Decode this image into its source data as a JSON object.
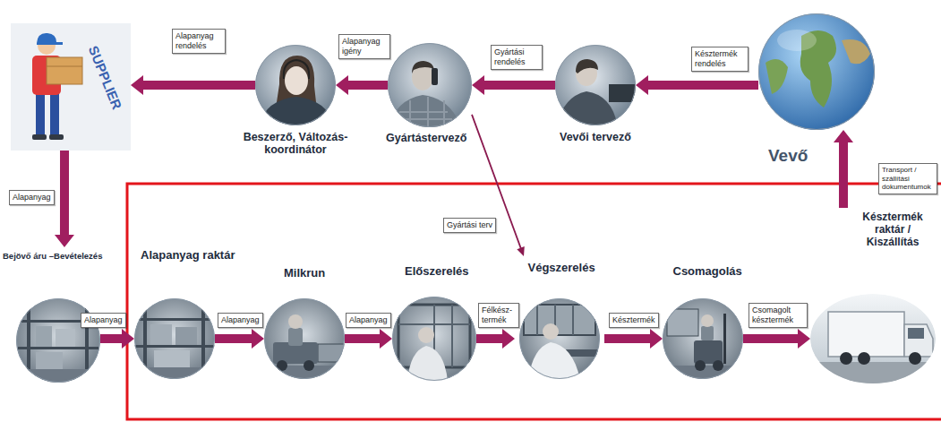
{
  "diagram": {
    "nodes": [
      {
        "text": [
          "SUPPLIER"
        ]
      },
      {
        "text": [
          "Beszerző, Változás- koordinátor"
        ]
      },
      {
        "text": [
          "Gyártástervező"
        ]
      },
      {
        "text": [
          "Vevői tervező"
        ]
      },
      {
        "text": [
          "Vevő"
        ]
      },
      {
        "text": [
          "Bejövő áru –Bevételezés"
        ]
      },
      {
        "text": [
          "Alapanyag raktár"
        ]
      },
      {
        "text": [
          "Milkrun"
        ]
      },
      {
        "text": [
          "Előszerelés"
        ]
      },
      {
        "text": [
          "Végszerelés"
        ]
      },
      {
        "text": [
          "Csomagolás"
        ]
      },
      {
        "text": [
          "Késztermék raktár / Kiszállítás"
        ]
      }
    ],
    "edges": [
      {
        "from": 4,
        "to": 3,
        "label": "Késztermék rendelés",
        "arrow": "to"
      },
      {
        "from": 3,
        "to": 2,
        "label": "Gyártási rendelés",
        "arrow": "to"
      },
      {
        "from": 2,
        "to": 1,
        "label": "Alapanyag igény",
        "arrow": "to"
      },
      {
        "from": 1,
        "to": 0,
        "label": "Alapanyag rendelés",
        "arrow": "to"
      },
      {
        "from": 0,
        "to": 5,
        "label": "Alapanyag",
        "arrow": "to"
      },
      {
        "from": 5,
        "to": 6,
        "label": "Alapanyag",
        "arrow": "to"
      },
      {
        "from": 6,
        "to": 7,
        "label": "Alapanyag",
        "arrow": "to"
      },
      {
        "from": 7,
        "to": 8,
        "label": "Alapanyag",
        "arrow": "to"
      },
      {
        "from": 8,
        "to": 9,
        "label": "Félkész- termék",
        "arrow": "to"
      },
      {
        "from": 9,
        "to": 10,
        "label": "Késztermék",
        "arrow": "to"
      },
      {
        "from": 10,
        "to": 11,
        "label": "Csomagolt késztermék",
        "arrow": "to"
      },
      {
        "from": 2,
        "to": 9,
        "label": "Gyártási terv",
        "arrow": "to"
      },
      {
        "from": 11,
        "to": 4,
        "label": "Transport / szállítási dokumentumok",
        "arrow": "to"
      }
    ]
  }
}
